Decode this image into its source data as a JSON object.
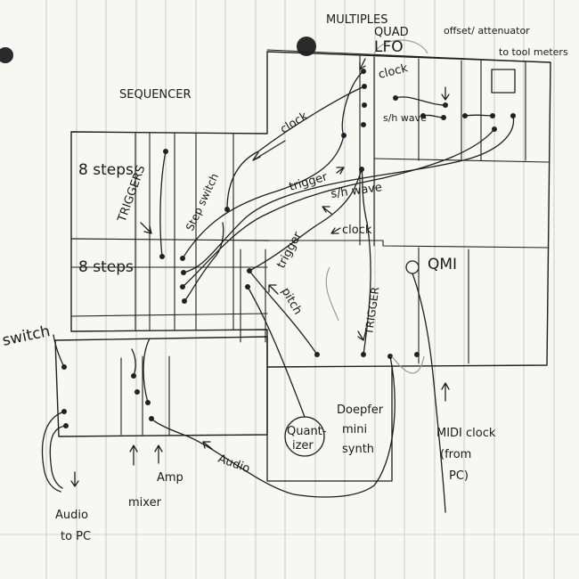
{
  "labels": {
    "multiples": "MULTIPLES",
    "quad": "QUAD",
    "lfo": "LFO",
    "offset_attenuator": "offset/ attenuator",
    "meters": "to tool meters",
    "sequencer": "SEQUENCER",
    "steps_top": "8 steps",
    "steps_bottom": "8 steps",
    "triggers": "TRIGGERS",
    "step_switch": "Step switch",
    "clock_top": "clock",
    "clock_lfo": "clock",
    "sh_wave_module": "s/h wave",
    "trigger_mid": "trigger",
    "sh_wave_cable": "s/h wave",
    "clock_mid": "clock",
    "trigger_vert": "trigger",
    "pitch": "pitch",
    "trigger_right": "TRIGGER",
    "qmi": "QMI",
    "switch": "switch",
    "quantizer_1": "Quant-",
    "quantizer_2": "izer",
    "doepfer_1": "Doepfer",
    "doepfer_2": "mini",
    "doepfer_3": "synth",
    "midi_1": "MIDI clock",
    "midi_2": "(from",
    "midi_3": "PC)",
    "audio_mid": "Audio",
    "amp": "Amp",
    "mixer": "mixer",
    "audio_pc_1": "Audio",
    "audio_pc_2": "to PC"
  }
}
